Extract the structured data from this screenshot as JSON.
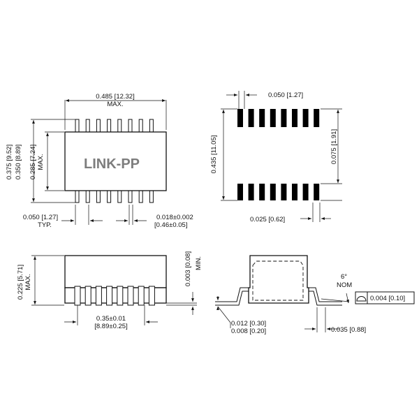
{
  "top_view": {
    "logo": "LINK-PP",
    "width": "0.485 [12.32]",
    "width_note": "MAX.",
    "height_a": "0.375 [9.52]",
    "height_b": "0.350 [8.89]",
    "body_height": "0.285 [7.24]",
    "body_height_note": "MAX.",
    "pitch": "0.050 [1.27]",
    "pitch_note": "TYP.",
    "lead_width": "0.018±0.002",
    "lead_width_mm": "[0.46±0.05]"
  },
  "pad_layout": {
    "pitch": "0.050 [1.27]",
    "span": "0.435 [11.05]",
    "pad_length": "0.075 [1.91]",
    "pad_width": "0.025 [0.62]"
  },
  "front_view": {
    "height": "0.225 [5.71]",
    "height_note": "MAX.",
    "standoff": "0.003 [0.08]",
    "standoff_note": "MIN.",
    "lead_span": "0.35±0.01",
    "lead_span_mm": "[8.89±0.25]"
  },
  "side_view": {
    "lead_thick_a": "0.012 [0.30]",
    "lead_thick_b": "0.008 [0.20]",
    "foot_length": "0.035 [0.88]",
    "angle": "6°",
    "angle_note": "NOM",
    "coplanarity": "0.004 [0.10]"
  }
}
